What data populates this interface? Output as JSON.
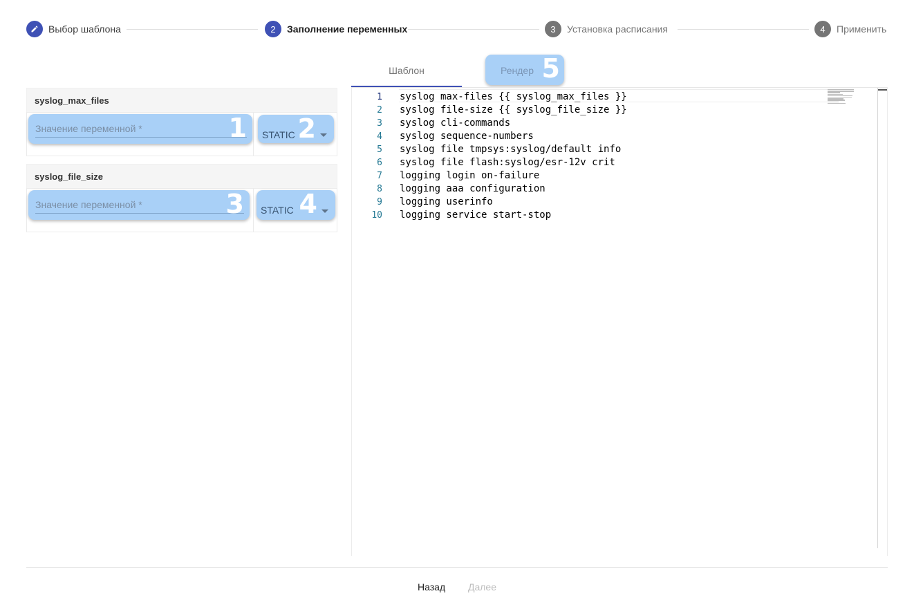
{
  "stepper": {
    "steps": [
      {
        "number": "",
        "label": "Выбор шаблона",
        "state": "done",
        "icon": "pencil-icon"
      },
      {
        "number": "2",
        "label": "Заполнение переменных",
        "state": "active"
      },
      {
        "number": "3",
        "label": "Установка расписания",
        "state": "idle"
      },
      {
        "number": "4",
        "label": "Применить",
        "state": "idle"
      }
    ]
  },
  "variables": [
    {
      "name": "syslog_max_files",
      "value_placeholder": "Значение переменной *",
      "type_value": "STATIC",
      "marker_value": "1",
      "marker_type": "2"
    },
    {
      "name": "syslog_file_size",
      "value_placeholder": "Значение переменной *",
      "type_value": "STATIC",
      "marker_value": "3",
      "marker_type": "4"
    }
  ],
  "tabs": {
    "template": "Шаблон",
    "render": "Рендер",
    "render_marker": "5"
  },
  "editor": {
    "lines": [
      {
        "no": "1",
        "text": "syslog max-files {{ syslog_max_files }}"
      },
      {
        "no": "2",
        "text": "syslog file-size {{ syslog_file_size }}"
      },
      {
        "no": "3",
        "text": "syslog cli-commands"
      },
      {
        "no": "4",
        "text": "syslog sequence-numbers"
      },
      {
        "no": "5",
        "text": "syslog file tmpsys:syslog/default info"
      },
      {
        "no": "6",
        "text": "syslog file flash:syslog/esr-12v crit"
      },
      {
        "no": "7",
        "text": "logging login on-failure"
      },
      {
        "no": "8",
        "text": "logging aaa configuration"
      },
      {
        "no": "9",
        "text": "logging userinfo"
      },
      {
        "no": "10",
        "text": "logging service start-stop"
      }
    ]
  },
  "footer": {
    "back_label": "Назад",
    "next_label": "Далее"
  },
  "colors": {
    "primary": "#3f51b5",
    "highlight": "#a9d0f7",
    "idle_step": "#757575"
  }
}
